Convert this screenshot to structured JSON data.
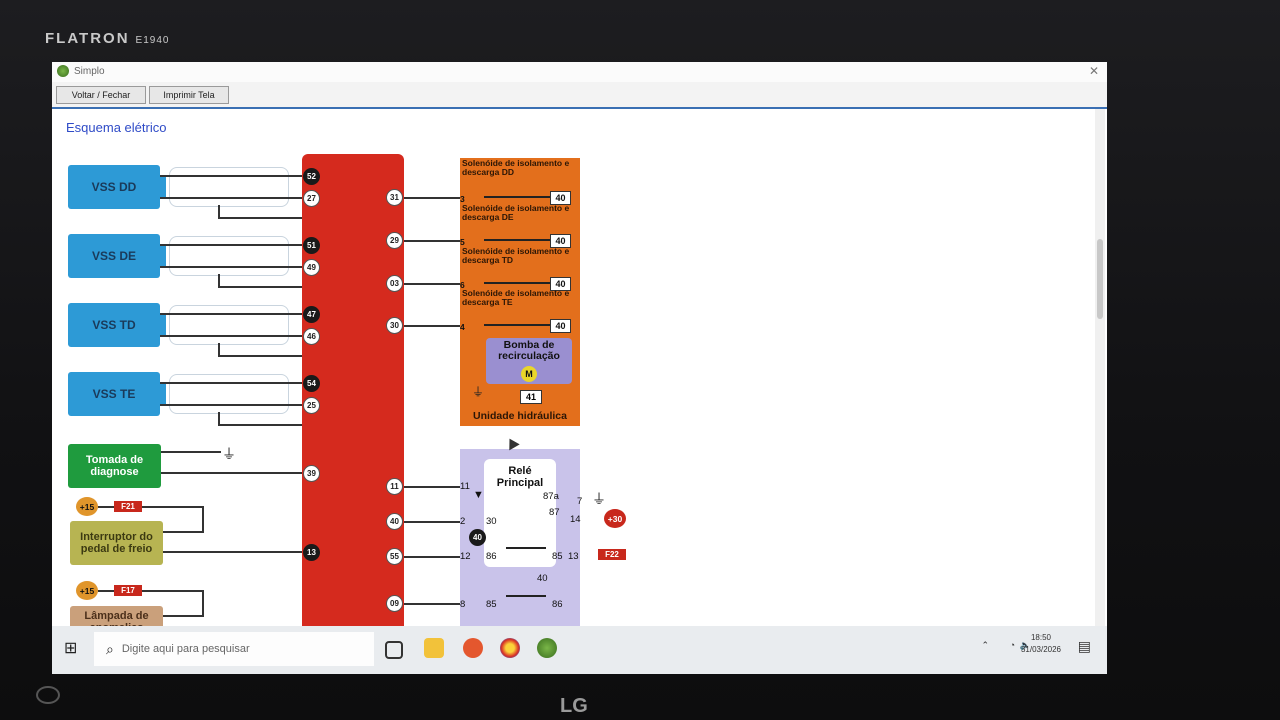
{
  "monitor": {
    "brand": "FLATRON",
    "model": "E1940",
    "logo": "LG"
  },
  "window": {
    "title": "Simplo",
    "buttons": {
      "back_close": "Voltar / Fechar",
      "print": "Imprimir Tela"
    },
    "section_title": "Esquema elétrico"
  },
  "diagram": {
    "sensors": [
      "VSS DD",
      "VSS DE",
      "VSS TD",
      "VSS TE"
    ],
    "boxes": {
      "diag": "Tomada de diagnose",
      "brake": "Interruptor do pedal de freio",
      "lamp": "Lâmpada de anomalias"
    },
    "ecu_pins_left": [
      "52",
      "27",
      "51",
      "49",
      "47",
      "46",
      "54",
      "25",
      "39",
      "13",
      "11"
    ],
    "ecu_pins_right": [
      "31",
      "29",
      "03",
      "30",
      "11",
      "40",
      "55",
      "09"
    ],
    "solenoids": [
      {
        "label": "Solenóide de isolamento e descarga DD",
        "pin": "3",
        "n": "40"
      },
      {
        "label": "Solenóide de isolamento e descarga DE",
        "pin": "5",
        "n": "40"
      },
      {
        "label": "Solenóide de isolamento e descarga TD",
        "pin": "6",
        "n": "40"
      },
      {
        "label": "Solenóide de isolamento e descarga TE",
        "pin": "4",
        "n": "40"
      }
    ],
    "pump": {
      "label": "Bomba de recirculação",
      "motor": "M",
      "pin": "41"
    },
    "unit_label": "Unidade hidráulica",
    "relay": {
      "title": "Relé Principal",
      "labels": {
        "p11": "11",
        "p2": "2",
        "p30": "30",
        "p87a": "87a",
        "p87": "87",
        "p7": "7",
        "p14": "14",
        "p12": "12",
        "p86a": "86",
        "p85a": "85",
        "p13": "13",
        "p40top": "40",
        "p8": "8",
        "p85b": "85",
        "p86b": "86",
        "diode_pin": "40"
      }
    },
    "fuses": {
      "f21": "F21",
      "f17": "F17",
      "f22": "F22"
    },
    "plus": {
      "p15a": "+15",
      "p15b": "+15",
      "p30": "+30"
    }
  },
  "taskbar": {
    "search_placeholder": "Digite aqui para pesquisar",
    "time": "18:50",
    "date": "31/03/2026"
  }
}
